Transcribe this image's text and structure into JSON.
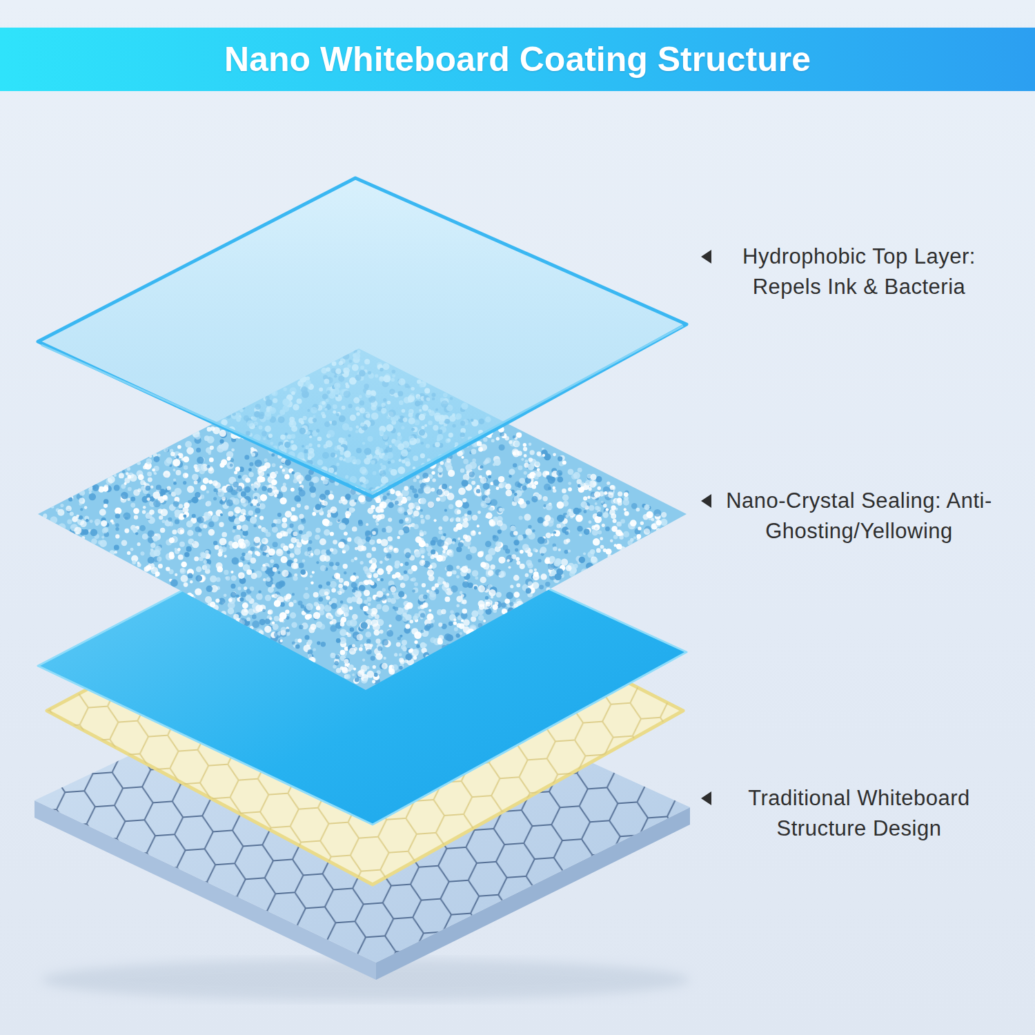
{
  "diagram": {
    "title": "Nano Whiteboard Coating Structure",
    "labels": [
      "Hydrophobic Top Layer: Repels Ink & Bacteria",
      "Nano-Crystal Sealing: Anti-Ghosting/Yellowing",
      "Traditional Whiteboard Structure Design"
    ]
  }
}
